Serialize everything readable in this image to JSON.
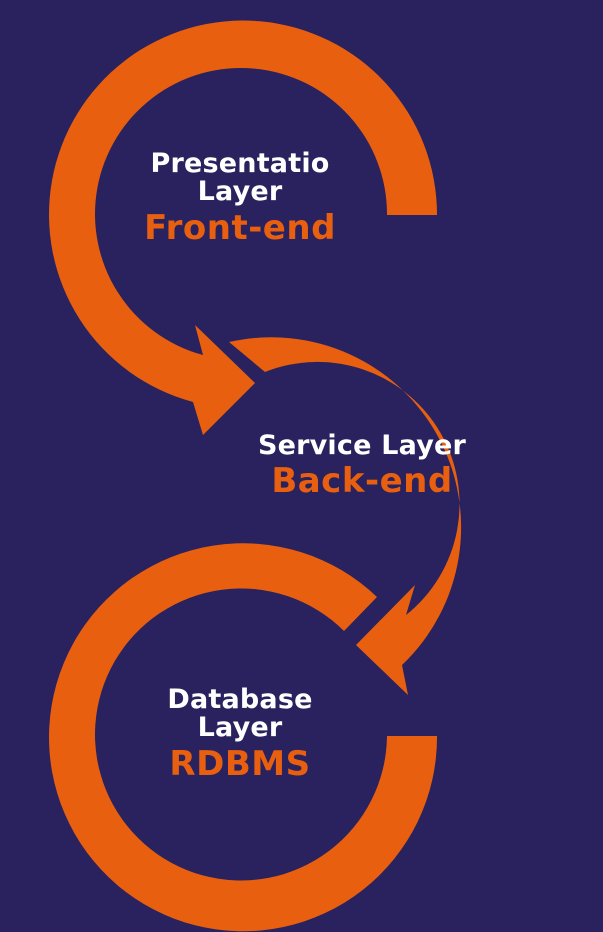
{
  "colors": {
    "background": "#29225e",
    "arrow": "#e8600f",
    "name_text": "#ffffff",
    "tech_text": "#e8600f"
  },
  "layers": [
    {
      "name_line1": "Presentatio",
      "name_line2": "Layer",
      "tech": "Front-end"
    },
    {
      "name_line1": "Service Layer",
      "name_line2": "",
      "tech": "Back-end"
    },
    {
      "name_line1": "Database",
      "name_line2": "Layer",
      "tech": "RDBMS"
    }
  ]
}
